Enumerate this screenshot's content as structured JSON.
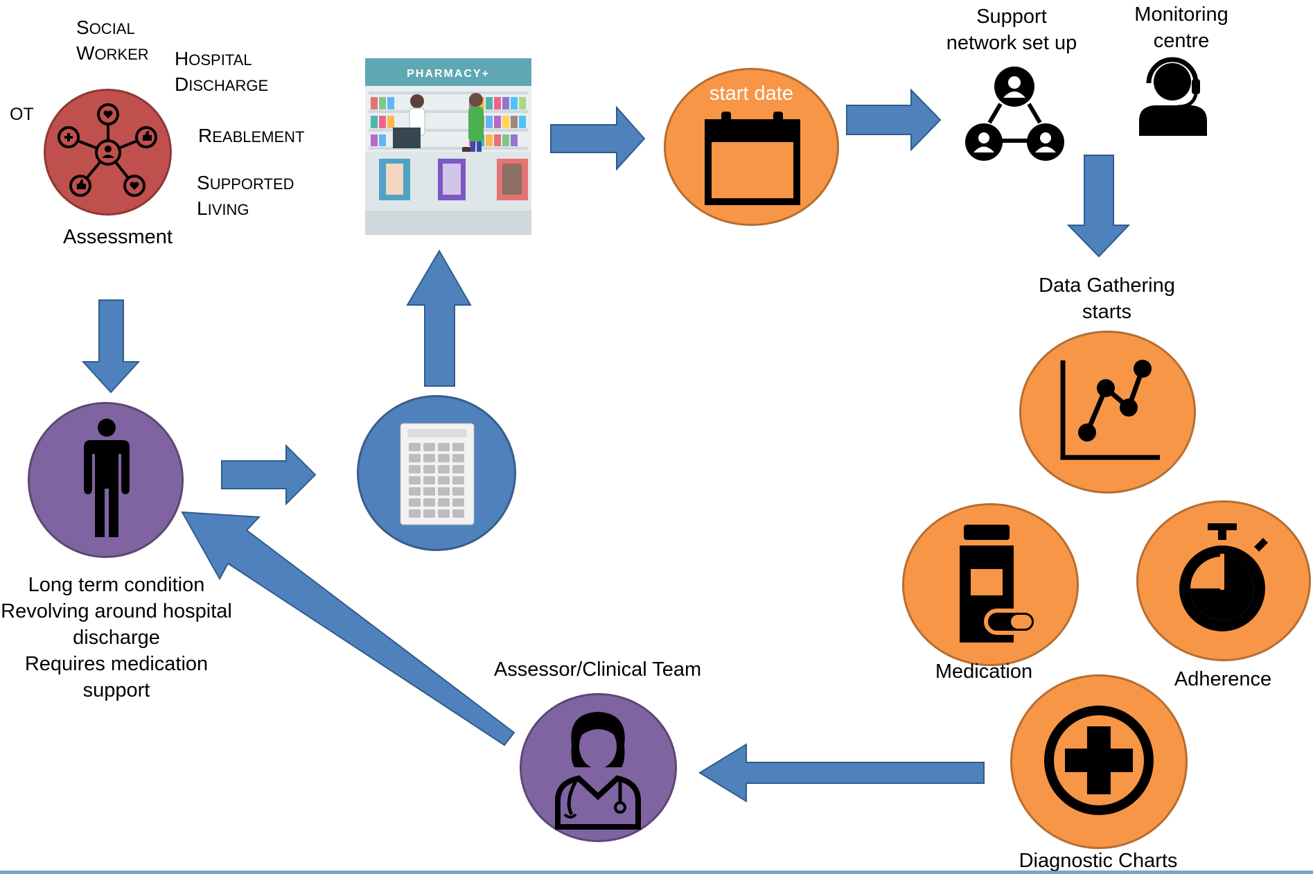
{
  "assessment": {
    "title": "Assessment",
    "roles": [
      {
        "cap": "S",
        "rest": "OCIAL"
      },
      {
        "cap": "W",
        "rest": "ORKER"
      },
      {
        "cap": "H",
        "rest": "OSPITAL"
      },
      {
        "cap": "D",
        "rest": "ISCHARGE"
      },
      {
        "cap": "OT",
        "rest": ""
      },
      {
        "cap": "R",
        "rest": "EABLEMENT"
      },
      {
        "cap": "S",
        "rest": "UPPORTED"
      },
      {
        "cap": "L",
        "rest": "IVING"
      }
    ],
    "icon": "network-hearts-icon",
    "color": "#c0504d"
  },
  "patient": {
    "icon": "person-icon",
    "color": "#8064a2",
    "description": [
      "Long term condition",
      "Revolving around hospital",
      "discharge",
      "Requires medication",
      "support"
    ]
  },
  "pill_organizer": {
    "icon": "pill-organizer-icon",
    "color": "#4f81bd"
  },
  "pharmacy": {
    "sign": "PHARMACY+",
    "icon": "pharmacy-illustration"
  },
  "start": {
    "label": "start date",
    "icon": "calendar-icon",
    "color": "#f79646"
  },
  "support_network": {
    "label": [
      "Support",
      "network set up"
    ],
    "icon": "people-network-icon"
  },
  "monitoring": {
    "label": [
      "Monitoring",
      "centre"
    ],
    "icon": "headset-operator-icon"
  },
  "data_gathering": {
    "label": [
      "Data Gathering",
      "starts"
    ],
    "icon": "line-chart-icon",
    "color": "#f79646"
  },
  "medication": {
    "label": "Medication",
    "icon": "medicine-bottle-icon",
    "color": "#f79646"
  },
  "adherence": {
    "label": "Adherence",
    "icon": "stopwatch-icon",
    "color": "#f79646"
  },
  "diagnostic": {
    "label": "Diagnostic Charts",
    "icon": "medical-cross-icon",
    "color": "#f79646"
  },
  "assessor": {
    "label": "Assessor/Clinical Team",
    "icon": "doctor-icon",
    "color": "#8064a2"
  },
  "arrow_color": "#4f81bd",
  "arrow_stroke": "#2e5c8a"
}
